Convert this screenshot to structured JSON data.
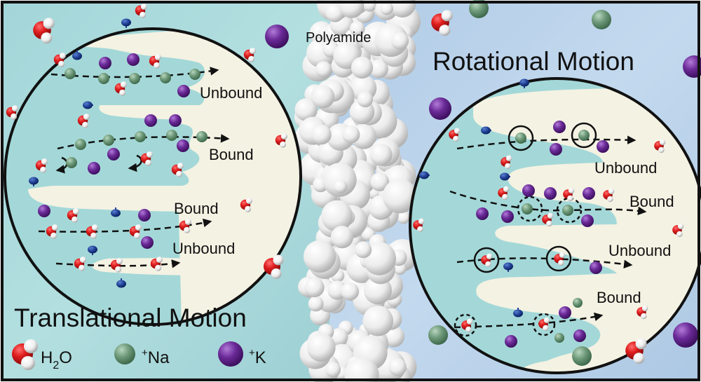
{
  "left_panel": {
    "title": "Translational Motion",
    "labels": [
      "Unbound",
      "Bound",
      "Bound",
      "Unbound"
    ]
  },
  "right_panel": {
    "title": "Rotational Motion",
    "labels": [
      "Unbound",
      "Bound",
      "Unbound",
      "Bound"
    ]
  },
  "center": {
    "label": "Polyamide"
  },
  "legend": {
    "items": [
      {
        "key": "water",
        "label": "H",
        "sub": "2",
        "tail": "O",
        "icon": "water-molecule-icon"
      },
      {
        "key": "sodium",
        "sup": "+",
        "label": "Na",
        "icon": "sodium-ion-icon"
      },
      {
        "key": "potassium",
        "sup": "+",
        "label": "K",
        "icon": "potassium-ion-icon"
      }
    ]
  },
  "colors": {
    "left_bg": "#a9d9db",
    "right_bg": "#b9d2ea",
    "pore_fluid": "#a4d8d8",
    "polymer_cream": "#f4f2e3",
    "oxygen": "#d9191c",
    "hydrogen": "#f2f2f2",
    "sodium": "#6f9a7a",
    "potassium": "#6a2a97",
    "charge_group": "#1f3f93",
    "outline": "#111111"
  }
}
